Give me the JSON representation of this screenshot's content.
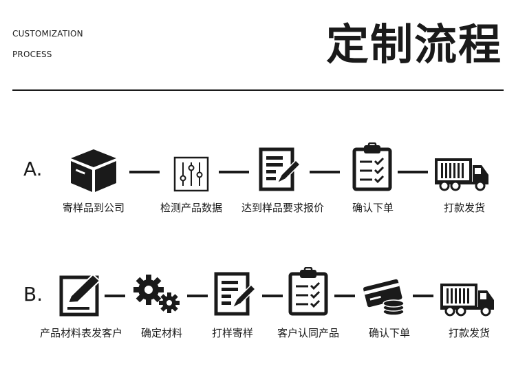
{
  "header": {
    "english_line1": "CUSTOMIZATION",
    "english_line2": "PROCESS",
    "title": "定制流程"
  },
  "flow_a": {
    "label": "A.",
    "steps": [
      {
        "label": "寄样品到公司",
        "icon": "box-icon"
      },
      {
        "label": "检测产品数据",
        "icon": "sliders-icon"
      },
      {
        "label": "达到样品要求报价",
        "icon": "document-pen-icon"
      },
      {
        "label": "确认下单",
        "icon": "clipboard-checklist-icon"
      },
      {
        "label": "打款发货",
        "icon": "truck-icon"
      }
    ]
  },
  "flow_b": {
    "label": "B.",
    "steps": [
      {
        "label": "产品材料表发客户",
        "icon": "edit-pen-icon"
      },
      {
        "label": "确定材料",
        "icon": "gears-icon"
      },
      {
        "label": "打样寄样",
        "icon": "document-pen-icon"
      },
      {
        "label": "客户认同产品",
        "icon": "clipboard-checklist-icon"
      },
      {
        "label": "确认下单",
        "icon": "card-coins-icon"
      },
      {
        "label": "打款发货",
        "icon": "truck-icon"
      }
    ]
  },
  "colors": {
    "ink": "#1a1a1a",
    "background": "#ffffff"
  }
}
